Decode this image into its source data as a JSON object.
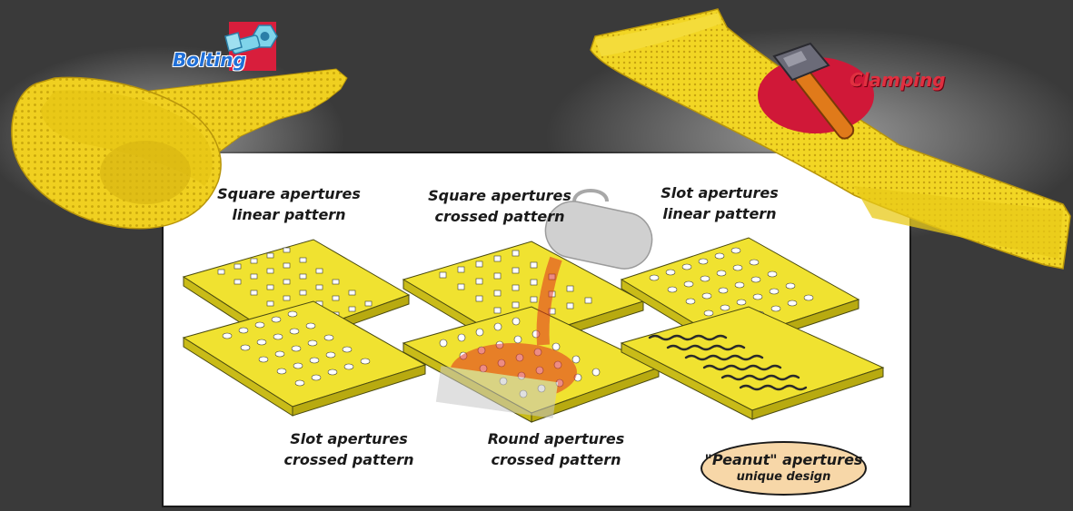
{
  "badges": {
    "bolting": "Bolting",
    "clamping": "Clamping"
  },
  "panels": {
    "square_linear": {
      "line1": "Square apertures",
      "line2": "linear pattern"
    },
    "square_crossed": {
      "line1": "Square apertures",
      "line2": "crossed pattern"
    },
    "slot_linear": {
      "line1": "Slot apertures",
      "line2": "linear pattern"
    },
    "slot_crossed": {
      "line1": "Slot apertures",
      "line2": "crossed pattern"
    },
    "round_crossed": {
      "line1": "Round apertures",
      "line2": "crossed pattern"
    },
    "peanut": {
      "line1": "\"Peanut\" apertures",
      "line2": "unique design"
    }
  },
  "icons": [
    "bolt-nut-icon",
    "hammer-icon",
    "paint-bucket-icon"
  ],
  "colors": {
    "background": "#3a3a3a",
    "polyurethane_yellow": "#f2d21e",
    "panel_bg": "#ffffff",
    "bolting_text": "#1f6fd8",
    "clamping_text": "#e03040",
    "peanut_oval": "#f7d7a8"
  }
}
